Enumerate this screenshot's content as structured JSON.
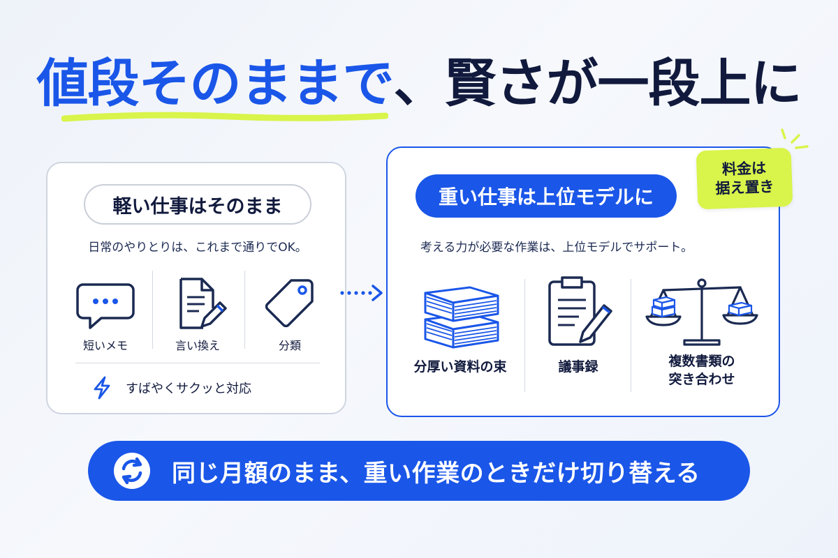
{
  "headline": {
    "highlight": "値段そのままで",
    "rest": "、賢さが一段上に"
  },
  "left_card": {
    "pill_label": "軽い仕事はそのまま",
    "subtitle": "日常のやりとりは、これまで通りでOK。",
    "items": [
      {
        "icon": "chat-bubble-icon",
        "label": "短いメモ"
      },
      {
        "icon": "document-pen-icon",
        "label": "言い換え"
      },
      {
        "icon": "tag-icon",
        "label": "分類"
      }
    ],
    "footer": {
      "icon": "lightning-icon",
      "label": "すばやくサクッと対応"
    }
  },
  "right_card": {
    "pill_label": "重い仕事は上位モデルに",
    "subtitle": "考える力が必要な作業は、上位モデルでサポート。",
    "items": [
      {
        "icon": "document-stack-icon",
        "label": "分厚い資料の束"
      },
      {
        "icon": "clipboard-pen-icon",
        "label": "議事録"
      },
      {
        "icon": "balance-scale-icon",
        "label_line1": "複数書類の",
        "label_line2": "突き合わせ"
      }
    ]
  },
  "sticky_note": {
    "line1": "料金は",
    "line2": "据え置き"
  },
  "banner": {
    "icon": "sync-icon",
    "text": "同じ月額のまま、重い作業のときだけ切り替える"
  },
  "colors": {
    "accent_blue": "#1a56e8",
    "navy_text": "#111a3d",
    "highlight_lime": "#d9f44a",
    "card_border_gray": "#cfd5df"
  }
}
